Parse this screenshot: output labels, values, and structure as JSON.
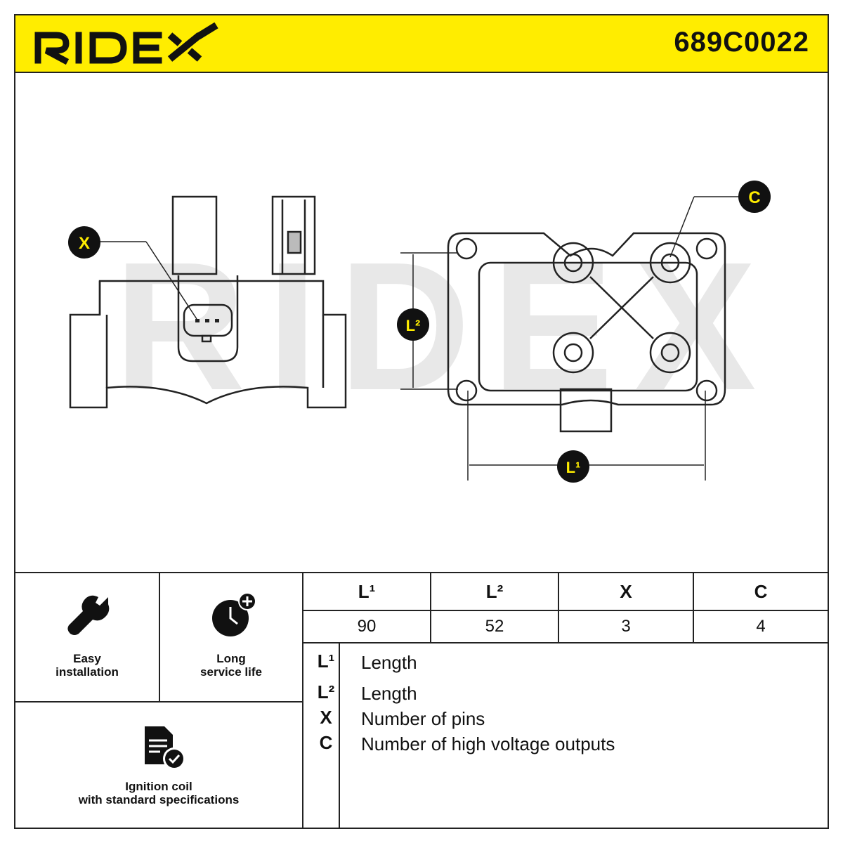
{
  "header": {
    "brand": "RIDEX",
    "part_number": "689C0022"
  },
  "drawing": {
    "watermark": "RIDEX",
    "callouts": {
      "x": "X",
      "c": "C",
      "l1": "L¹",
      "l2": "L²"
    }
  },
  "features": [
    {
      "icon": "wrench-icon",
      "label_line1": "Easy",
      "label_line2": "installation"
    },
    {
      "icon": "clock-plus-icon",
      "label_line1": "Long",
      "label_line2": "service life"
    },
    {
      "icon": "document-check-icon",
      "label_line1": "Ignition coil",
      "label_line2": "with standard specifications"
    }
  ],
  "specs": {
    "headers": [
      "L¹",
      "L²",
      "X",
      "C"
    ],
    "values": [
      "90",
      "52",
      "3",
      "4"
    ]
  },
  "legend": [
    {
      "key": "L¹",
      "desc": "Length"
    },
    {
      "key": "L²",
      "desc": "Length"
    },
    {
      "key": "X",
      "desc": "Number of pins"
    },
    {
      "key": "C",
      "desc": "Number of high voltage outputs"
    }
  ],
  "colors": {
    "brand_yellow": "#ffed00",
    "ink": "#111111",
    "watermark": "#e6e6e6"
  }
}
